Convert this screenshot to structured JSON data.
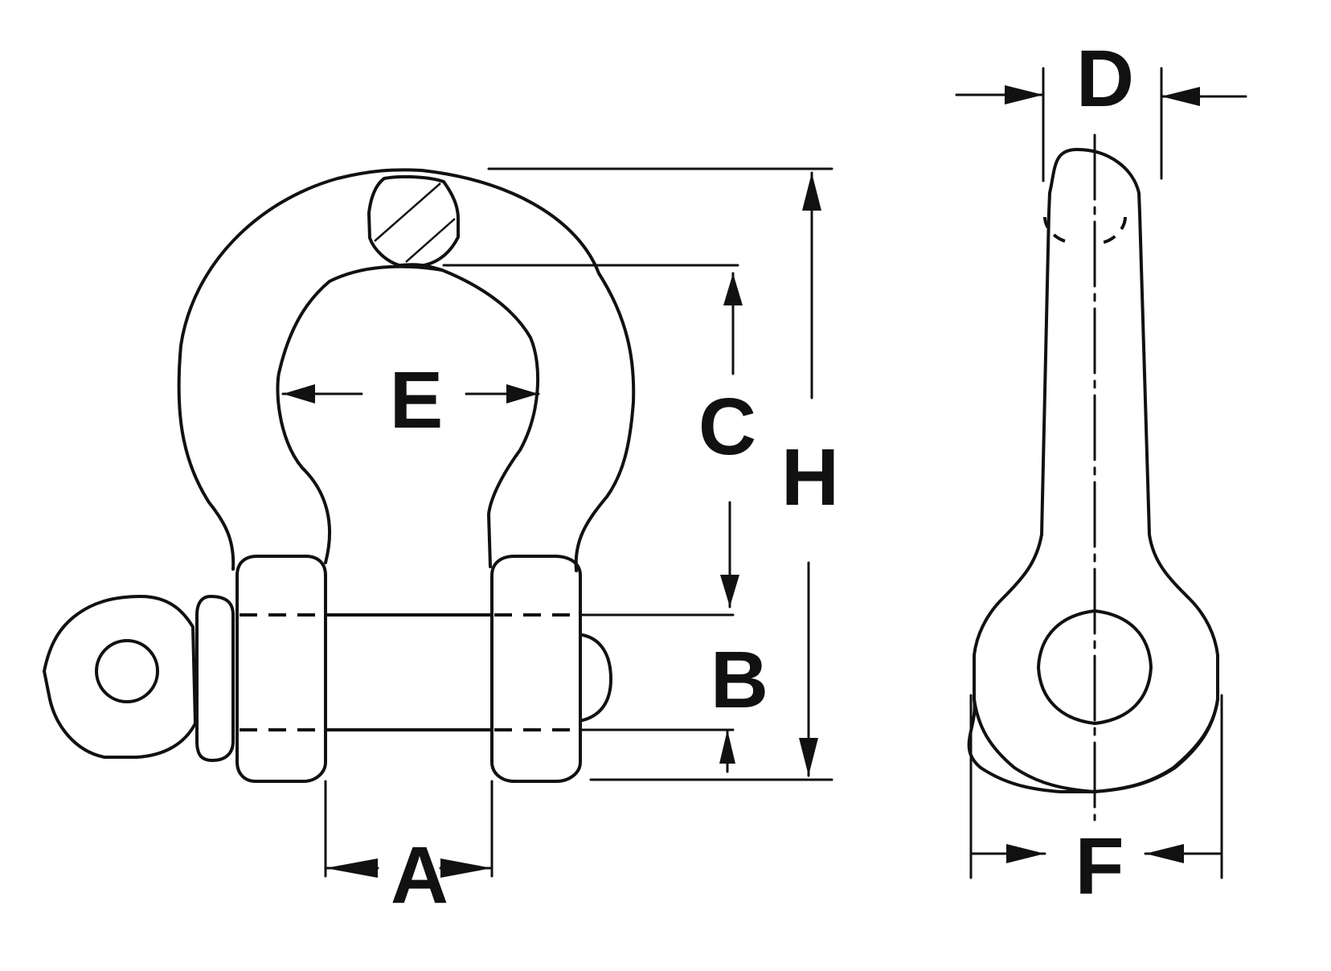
{
  "diagram": {
    "labels": {
      "A": "A",
      "B": "B",
      "C": "C",
      "D": "D",
      "E": "E",
      "F": "F",
      "H": "H"
    },
    "line_color": "#111111",
    "background_color": "#ffffff"
  }
}
